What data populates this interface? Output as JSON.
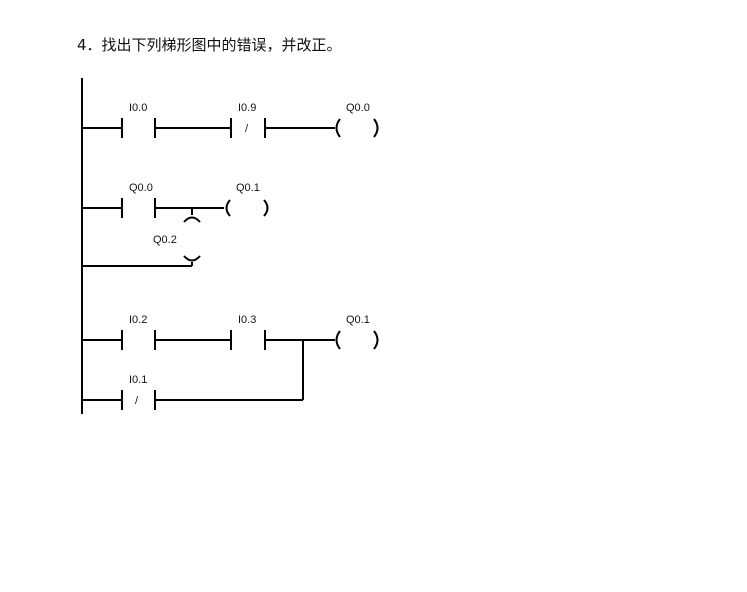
{
  "question": "4．找出下列梯形图中的错误，并改正。",
  "labels": {
    "i00": "I0.0",
    "i09": "I0.9",
    "q00_out": "Q0.0",
    "q00_contact": "Q0.0",
    "q01_out_a": "Q0.1",
    "q02": "Q0.2",
    "i02": "I0.2",
    "i03": "I0.3",
    "q01_out_b": "Q0.1",
    "i01": "I0.1"
  },
  "symbols": {
    "nc_slash_1": "/",
    "nc_slash_2": "/"
  },
  "colors": {
    "line": "#000000",
    "text": "#111111",
    "background": "#ffffff"
  }
}
